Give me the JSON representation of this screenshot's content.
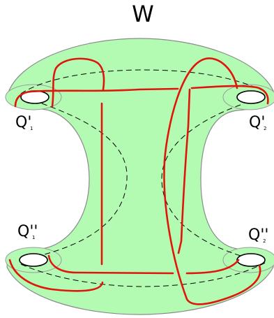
{
  "figure": {
    "title": "W",
    "labels": [
      {
        "id": "q1-prime",
        "base": "Q'",
        "sub": "1"
      },
      {
        "id": "q2-prime",
        "base": "Q'",
        "sub": "2"
      },
      {
        "id": "q1-double-prime",
        "base": "Q''",
        "sub": "1"
      },
      {
        "id": "q2-double-prime",
        "base": "Q''",
        "sub": "2"
      }
    ]
  },
  "colors": {
    "surface": "#b3fbb3",
    "curve": "#e0150b",
    "outline": "#8a8a8a"
  }
}
